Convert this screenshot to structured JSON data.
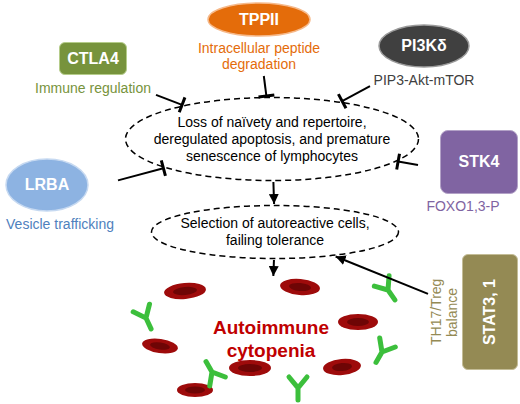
{
  "diagram": {
    "nodes": [
      {
        "text": [
          "TPPII",
          "Intracellular peptide degradation"
        ]
      },
      {
        "text": [
          "CTLA4",
          "Immune regulation"
        ]
      },
      {
        "text": [
          "PI3Kδ",
          "PIP3-Akt-mTOR"
        ]
      },
      {
        "text": [
          "Loss of naïvety and repertoire, deregulated apoptosis, and premature senescence of lymphocytes"
        ]
      },
      {
        "text": [
          "LRBA",
          "Vesicle trafficking"
        ]
      },
      {
        "text": [
          "STK4",
          "FOXO1,3-P"
        ]
      },
      {
        "text": [
          "Selection of autoreactive cells, failing tolerance"
        ]
      },
      {
        "text": [
          "STAT3, 1",
          "TH17/Treg balance"
        ]
      },
      {
        "text": [
          "Autoimmune cytopenia"
        ]
      }
    ],
    "edges": [
      {
        "from": 0,
        "to": 3,
        "arrow": "to"
      },
      {
        "from": 1,
        "to": 3,
        "arrow": "to"
      },
      {
        "from": 2,
        "to": 3,
        "arrow": "to"
      },
      {
        "from": 4,
        "to": 3,
        "arrow": "to"
      },
      {
        "from": 5,
        "to": 3,
        "arrow": "to"
      },
      {
        "from": 3,
        "to": 6,
        "arrow": "to"
      },
      {
        "from": 7,
        "to": 6,
        "arrow": "to"
      },
      {
        "from": 6,
        "to": 8,
        "arrow": "to"
      }
    ]
  }
}
